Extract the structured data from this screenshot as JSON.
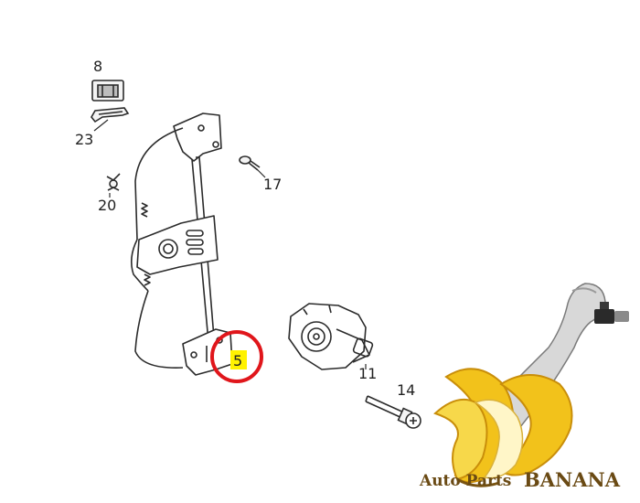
{
  "callouts": [
    {
      "number": "8"
    },
    {
      "number": "23"
    },
    {
      "number": "20"
    },
    {
      "number": "17"
    },
    {
      "number": "5",
      "highlighted": true
    },
    {
      "number": "11"
    },
    {
      "number": "14"
    }
  ],
  "highlight": {
    "target": "5",
    "ring_color": "#e0161b",
    "marker_color": "#fff200"
  },
  "watermark": {
    "brand_prefix": "Auto Parts",
    "brand_name": "BANANA"
  },
  "colors": {
    "line_art": "#2b2b2b",
    "banana_yellow": "#f2c21b",
    "banana_dark": "#c98e0a",
    "brand_text": "#6a4a14"
  }
}
